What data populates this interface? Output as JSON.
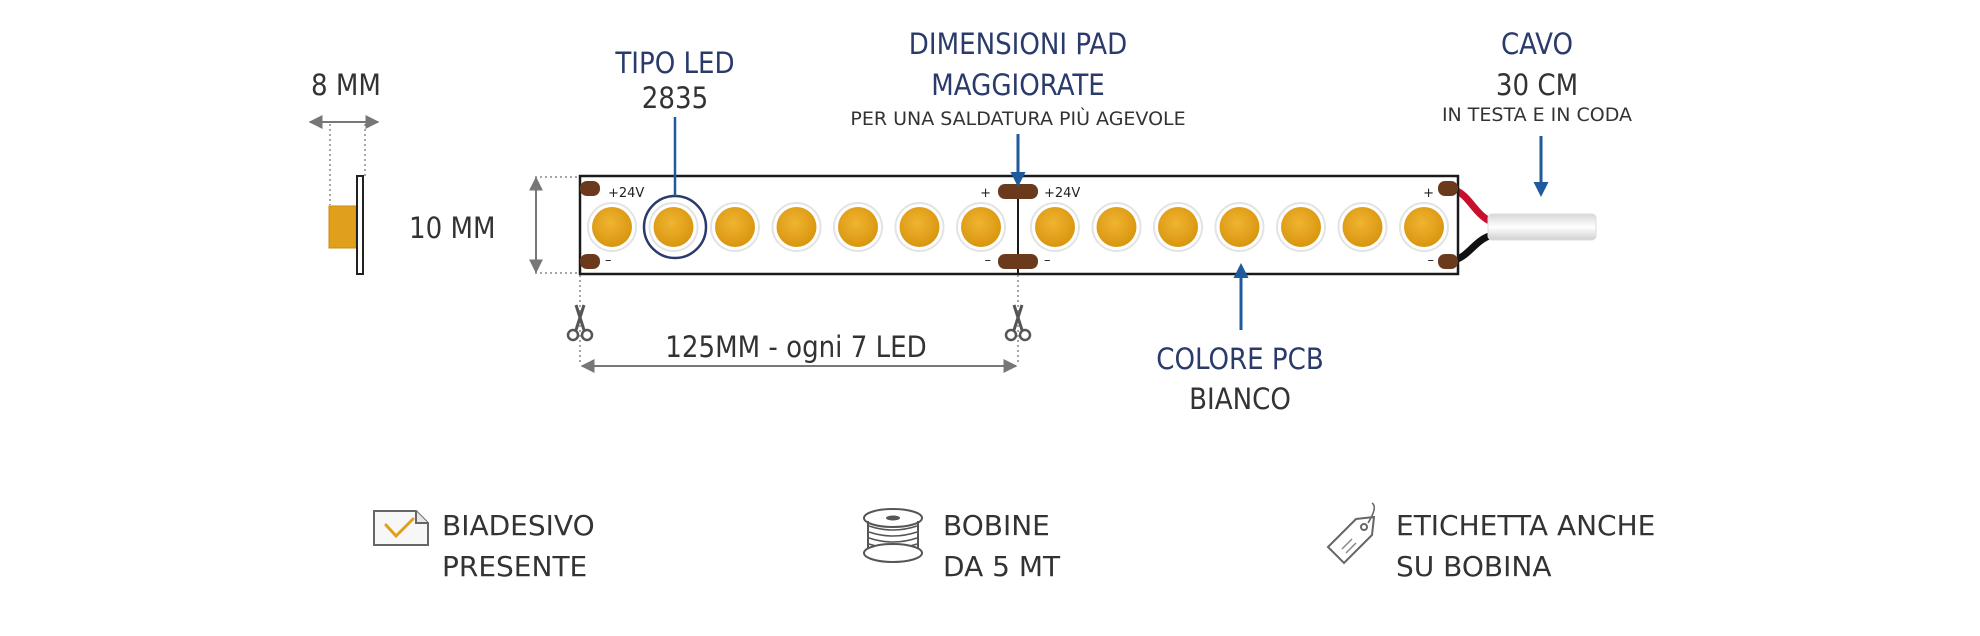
{
  "colors": {
    "led": "#e1a01b",
    "pad": "#6b3a1c",
    "navy": "#2a3b6b",
    "blue_arrow": "#1f5a9c",
    "wire_red": "#c8102e",
    "wire_black": "#111111"
  },
  "width_label": "8 MM",
  "height_label": "10 MM",
  "led_type": {
    "title": "TIPO LED",
    "value": "2835"
  },
  "pads": {
    "title_line1": "DIMENSIONI PAD",
    "title_line2": "MAGGIORATE",
    "subtitle": "PER UNA SALDATURA PIÙ AGEVOLE"
  },
  "cable": {
    "title": "CAVO",
    "value": "30 CM",
    "subtitle": "IN TESTA E IN CODA"
  },
  "cut": {
    "label": "125MM - ogni 7 LED"
  },
  "pcb": {
    "title": "COLORE PCB",
    "value": "BIANCO"
  },
  "strip": {
    "plus_24v": "+24V",
    "plus": "+",
    "minus": "–",
    "leds_per_segment": 7,
    "segments": 2
  },
  "features": [
    {
      "icon": "adhesive-icon",
      "line1": "BIADESIVO",
      "line2": "PRESENTE"
    },
    {
      "icon": "reel-icon",
      "line1": "BOBINE",
      "line2": "DA 5 MT"
    },
    {
      "icon": "tag-icon",
      "line1": "ETICHETTA ANCHE",
      "line2": "SU BOBINA"
    }
  ]
}
